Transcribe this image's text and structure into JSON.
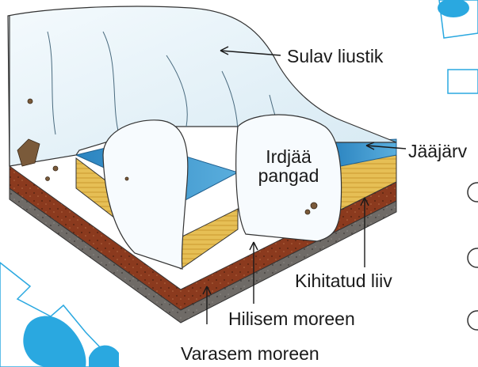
{
  "labels": {
    "sulav_liustik": "Sulav liustik",
    "jaajarv": "Jääjärv",
    "irdjaa_pangad_line1": "Irdjää",
    "irdjaa_pangad_line2": "pangad",
    "kihitatud_liiv": "Kihitatud liiv",
    "hilisem_moreen": "Hilisem moreen",
    "varasem_moreen": "Varasem moreen"
  },
  "colors": {
    "ice": "#eef6fb",
    "ice_shadow": "#b9d8e8",
    "lake": "#3a8fc7",
    "sand": "#e8c45a",
    "upper_moraine": "#8b3a1e",
    "lower_moraine": "#6e6a66",
    "cyan_decor": "#2aa8e0"
  }
}
